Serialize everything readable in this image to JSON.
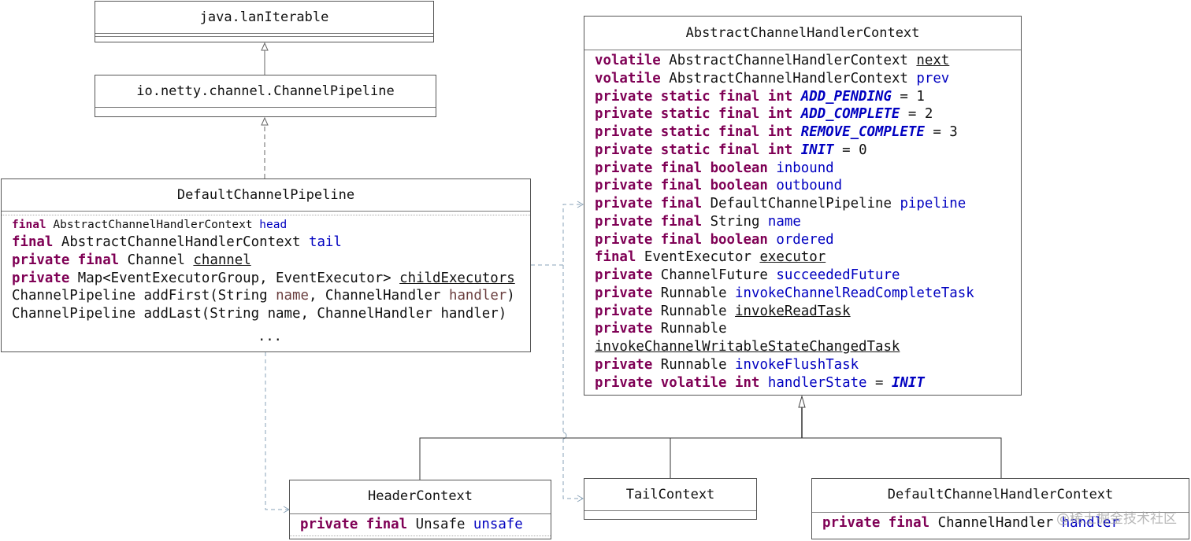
{
  "iterable": {
    "title": "java.lanIterable"
  },
  "channel_pipeline": {
    "title": "io.netty.channel.ChannelPipeline"
  },
  "default_pipeline": {
    "title": "DefaultChannelPipeline",
    "line1": {
      "kw": "final",
      "type": "AbstractChannelHandlerContext",
      "name": "head"
    },
    "line2": {
      "kw": "final",
      "type": "AbstractChannelHandlerContext",
      "name": "tail"
    },
    "line3": {
      "kw1": "private",
      "kw2": "final",
      "type": "Channel",
      "name": "channel"
    },
    "line4": {
      "kw": "private",
      "type": "Map<EventExecutorGroup, EventExecutor>",
      "name": "childExecutors"
    },
    "line5": {
      "pre": "ChannelPipeline addFirst(String",
      "p1": "name",
      "mid": ", ChannelHandler",
      "p2": "handler",
      "post": ")"
    },
    "line6": {
      "text": "ChannelPipeline addLast(String name, ChannelHandler handler)"
    },
    "ellipsis": "..."
  },
  "abstract_context": {
    "title": "AbstractChannelHandlerContext",
    "fields": [
      {
        "kw": "volatile",
        "type": "AbstractChannelHandlerContext",
        "name": "next"
      },
      {
        "kw": "volatile",
        "type": "AbstractChannelHandlerContext",
        "name": "prev"
      },
      {
        "kw": "private static final int",
        "name": "ADD_PENDING",
        "value": "= 1"
      },
      {
        "kw": "private static final int",
        "name": "ADD_COMPLETE",
        "value": "= 2"
      },
      {
        "kw": "private static final int",
        "name": "REMOVE_COMPLETE",
        "value": "= 3"
      },
      {
        "kw": "private static final int",
        "name": "INIT",
        "value": "= 0"
      },
      {
        "kw": "private final boolean",
        "name": "inbound"
      },
      {
        "kw": "private final boolean",
        "name": "outbound"
      },
      {
        "kw": "private final",
        "type": "DefaultChannelPipeline",
        "name": "pipeline"
      },
      {
        "kw": "private final",
        "type": "String",
        "name": "name"
      },
      {
        "kw": "private final boolean",
        "name": "ordered"
      },
      {
        "kw": "final",
        "type": "EventExecutor",
        "name": "executor"
      },
      {
        "kw": "private",
        "type": "ChannelFuture",
        "name": "succeededFuture"
      },
      {
        "kw": "private",
        "type": "Runnable",
        "name": "invokeChannelReadCompleteTask"
      },
      {
        "kw": "private",
        "type": "Runnable",
        "name": "invokeReadTask"
      },
      {
        "kw": "private",
        "type": "Runnable"
      },
      {
        "name": "invokeChannelWritableStateChangedTask"
      },
      {
        "kw": "private",
        "type": "Runnable",
        "name": "invokeFlushTask"
      },
      {
        "kw": "private volatile int",
        "name": "handlerState",
        "eq": "=",
        "value": "INIT"
      }
    ]
  },
  "header_context": {
    "title": "HeaderContext",
    "field": {
      "kw": "private final",
      "type": "Unsafe",
      "name": "unsafe"
    }
  },
  "tail_context": {
    "title": "TailContext"
  },
  "default_context": {
    "title": "DefaultChannelHandlerContext",
    "field": {
      "kw": "private final",
      "type": "ChannelHandler",
      "name": "handler"
    }
  },
  "watermark": "@稀土掘金技术社区",
  "colors": {
    "keyword": "#7f0055",
    "field": "#0000c0",
    "param": "#6a3e3e",
    "border": "#555555"
  }
}
